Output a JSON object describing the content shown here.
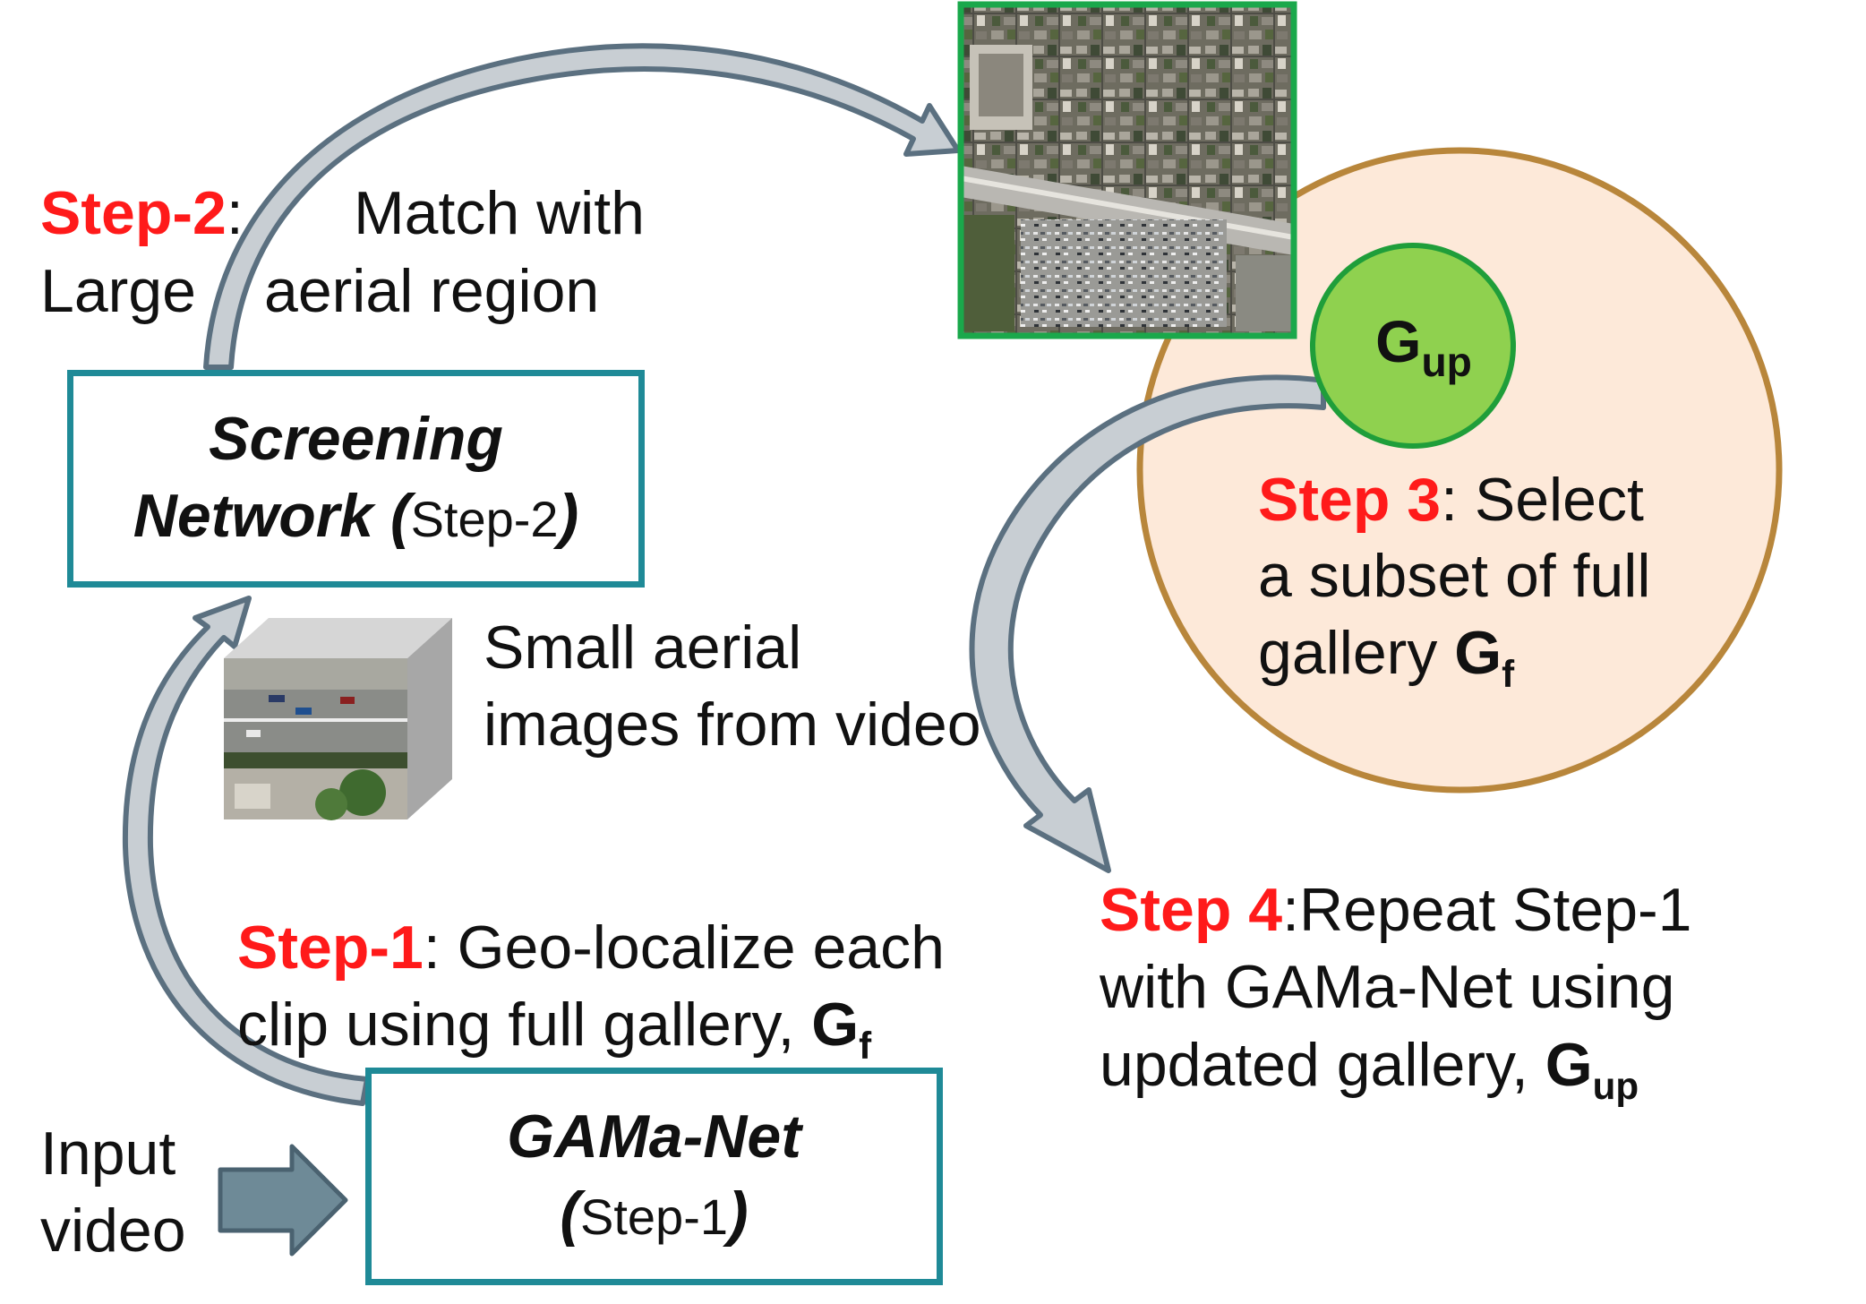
{
  "step2": {
    "tag": "Step-2",
    "colon": ":",
    "line1_rest": "Match with",
    "line2_a": "Large",
    "line2_b": "aerial region"
  },
  "screening_box": {
    "title_line1": "Screening",
    "title_line2_a": "Network (",
    "title_line2_b": "Step-2",
    "title_line2_c": ")"
  },
  "small_aerial": {
    "line1": "Small aerial",
    "line2": "images from video"
  },
  "step1": {
    "tag": "Step-1",
    "rest_line1": ":  Geo-localize each",
    "line2": "clip using full gallery, ",
    "gallery_symbol": "G",
    "gallery_sub": "f"
  },
  "input_video": {
    "line1": "Input",
    "line2": "video"
  },
  "gamanet_box": {
    "title": "GAMa-Net",
    "sub_a": "(",
    "sub_b": "Step-1",
    "sub_c": ")"
  },
  "gup_node": {
    "symbol": "G",
    "sub": "up"
  },
  "step3": {
    "tag": "Step 3",
    "rest_line1": ": Select",
    "line2": "a subset of full",
    "line3": "gallery ",
    "gallery_symbol": "G",
    "gallery_sub": "f"
  },
  "step4": {
    "tag": "Step 4",
    "rest_line1": ":Repeat Step-1",
    "line2": "with GAMa-Net using",
    "line3": "updated gallery, ",
    "gallery_symbol": "G",
    "gallery_sub": "up"
  },
  "colors": {
    "step_red": "#ff1a1a",
    "box_border": "#1f8a97",
    "aerial_frame": "#1aa84b",
    "gup_fill": "#8fd14f",
    "gup_border": "#1f9e3a",
    "gallery_fill": "#fde9d9",
    "gallery_border": "#b8863b",
    "arrow_fill": "#c8ced3",
    "arrow_outline": "#5b7080"
  }
}
